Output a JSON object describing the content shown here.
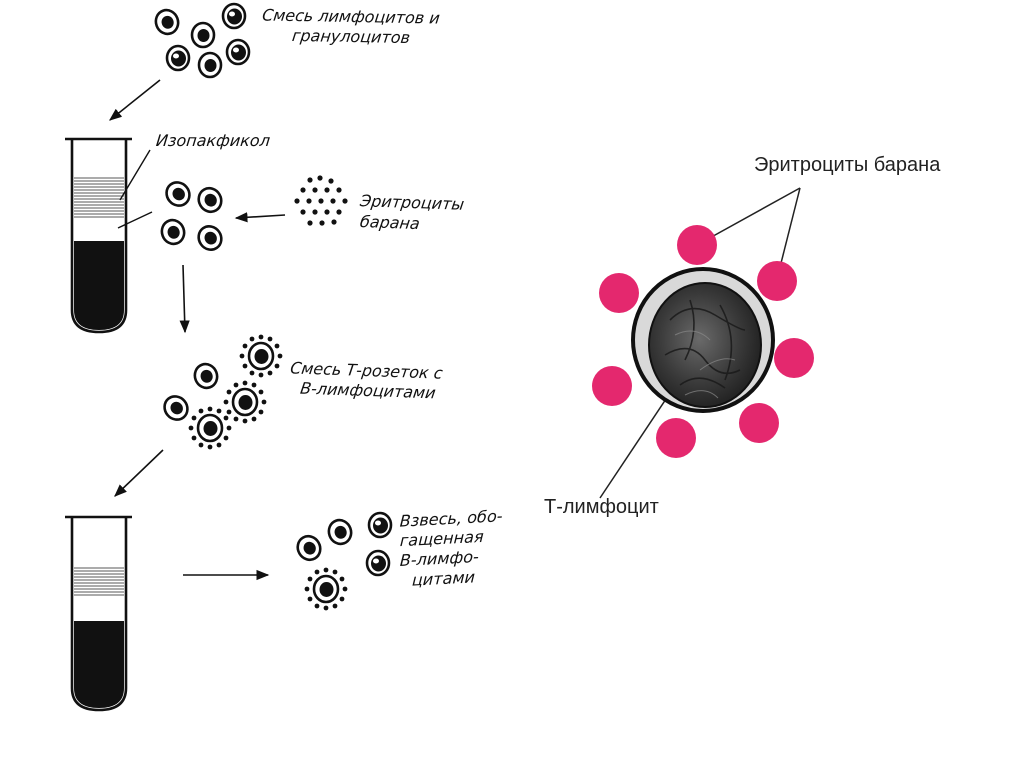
{
  "diagram": {
    "labels": {
      "mix_lymph_gran_1": "Смесь лимфоцитов и",
      "mix_lymph_gran_2": "гранулоцитов",
      "isopaque_ficoll": "Изопакфикол",
      "sheep_rbc_1": "Эритроциты",
      "sheep_rbc_2": "барана",
      "t_rosettes_1": "Смесь Т-розеток с",
      "t_rosettes_2": "В-лимфоцитами",
      "enriched_1": "Взвесь, обо-",
      "enriched_2": "гащенная",
      "enriched_3": "В-лимфо-",
      "enriched_4": "цитами",
      "sheep_erythrocytes": "Эритроциты барана",
      "t_lymphocyte": "Т-лимфоцит"
    },
    "colors": {
      "ink": "#111111",
      "erythrocyte_pink": "#e4286e",
      "cell_nucleus": "#3a3a3a",
      "cell_halo": "#d9d9d9",
      "tube_dark": "#111111"
    }
  }
}
